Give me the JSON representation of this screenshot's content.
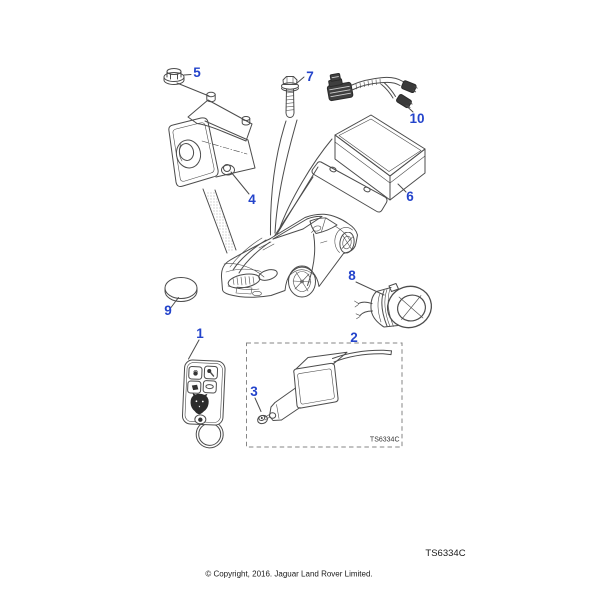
{
  "callouts": [
    "1",
    "2",
    "3",
    "4",
    "5",
    "6",
    "7",
    "8",
    "9",
    "10"
  ],
  "inset_code": "TS6334C",
  "figure_code": "TS6334C",
  "copyright": "© Copyright, 2016. Jaguar Land Rover Limited.",
  "accent_color": "#2444cb"
}
